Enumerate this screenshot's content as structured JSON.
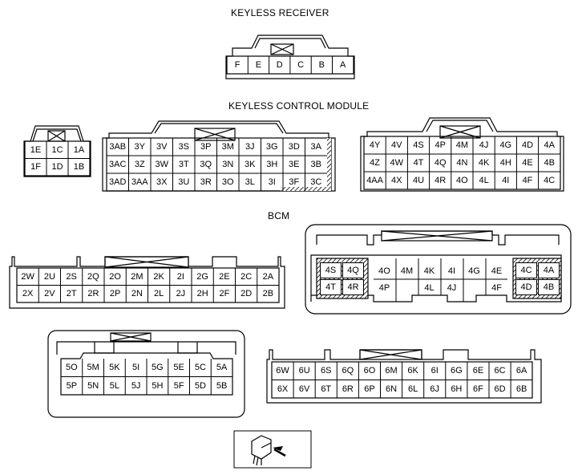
{
  "titles": {
    "keyless_receiver": "KEYLESS RECEIVER",
    "keyless_control_module": "KEYLESS CONTROL MODULE",
    "bcm": "BCM"
  },
  "keyless_receiver": [
    [
      "F",
      "E",
      "D",
      "C",
      "B",
      "A"
    ]
  ],
  "kcm_small": [
    [
      "1E",
      "1C",
      "1A"
    ],
    [
      "1F",
      "1D",
      "1B"
    ]
  ],
  "kcm_3": [
    [
      "3AB",
      "3Y",
      "3V",
      "3S",
      "3P",
      "3M",
      "3J",
      "3G",
      "3D",
      "3A"
    ],
    [
      "3AC",
      "3Z",
      "3W",
      "3T",
      "3Q",
      "3N",
      "3K",
      "3H",
      "3E",
      "3B"
    ],
    [
      "3AD",
      "3AA",
      "3X",
      "3U",
      "3R",
      "3O",
      "3L",
      "3I",
      "3F",
      "3C"
    ]
  ],
  "kcm_4": [
    [
      "4Y",
      "4V",
      "4S",
      "4P",
      "4M",
      "4J",
      "4G",
      "4D",
      "4A"
    ],
    [
      "4Z",
      "4W",
      "4T",
      "4Q",
      "4N",
      "4K",
      "4H",
      "4E",
      "4B"
    ],
    [
      "4AA",
      "4X",
      "4U",
      "4R",
      "4O",
      "4L",
      "4I",
      "4F",
      "4C"
    ]
  ],
  "bcm_2": [
    [
      "2W",
      "2U",
      "2S",
      "2Q",
      "2O",
      "2M",
      "2K",
      "2I",
      "2G",
      "2E",
      "2C",
      "2A"
    ],
    [
      "2X",
      "2V",
      "2T",
      "2R",
      "2P",
      "2N",
      "2L",
      "2J",
      "2H",
      "2F",
      "2D",
      "2B"
    ]
  ],
  "bcm_4": {
    "left": [
      [
        "4S",
        "4Q"
      ],
      [
        "4T",
        "4R"
      ]
    ],
    "middle_top": [
      "4O",
      "4M",
      "4K",
      "4I",
      "4G",
      "4E"
    ],
    "middle_bottom": [
      "4P",
      "4L",
      "4J",
      "4F"
    ],
    "right": [
      [
        "4C",
        "4A"
      ],
      [
        "4D",
        "4B"
      ]
    ]
  },
  "bcm_5": [
    [
      "5O",
      "5M",
      "5K",
      "5I",
      "5G",
      "5E",
      "5C",
      "5A"
    ],
    [
      "5P",
      "5N",
      "5L",
      "5J",
      "5H",
      "5F",
      "5D",
      "5B"
    ]
  ],
  "bcm_6": [
    [
      "6W",
      "6U",
      "6S",
      "6Q",
      "6O",
      "6M",
      "6K",
      "6I",
      "6G",
      "6E",
      "6C",
      "6A"
    ],
    [
      "6X",
      "6V",
      "6T",
      "6R",
      "6P",
      "6N",
      "6L",
      "6J",
      "6H",
      "6F",
      "6D",
      "6B"
    ]
  ],
  "icons": {
    "harness_view": "connector-harness-view-icon"
  }
}
